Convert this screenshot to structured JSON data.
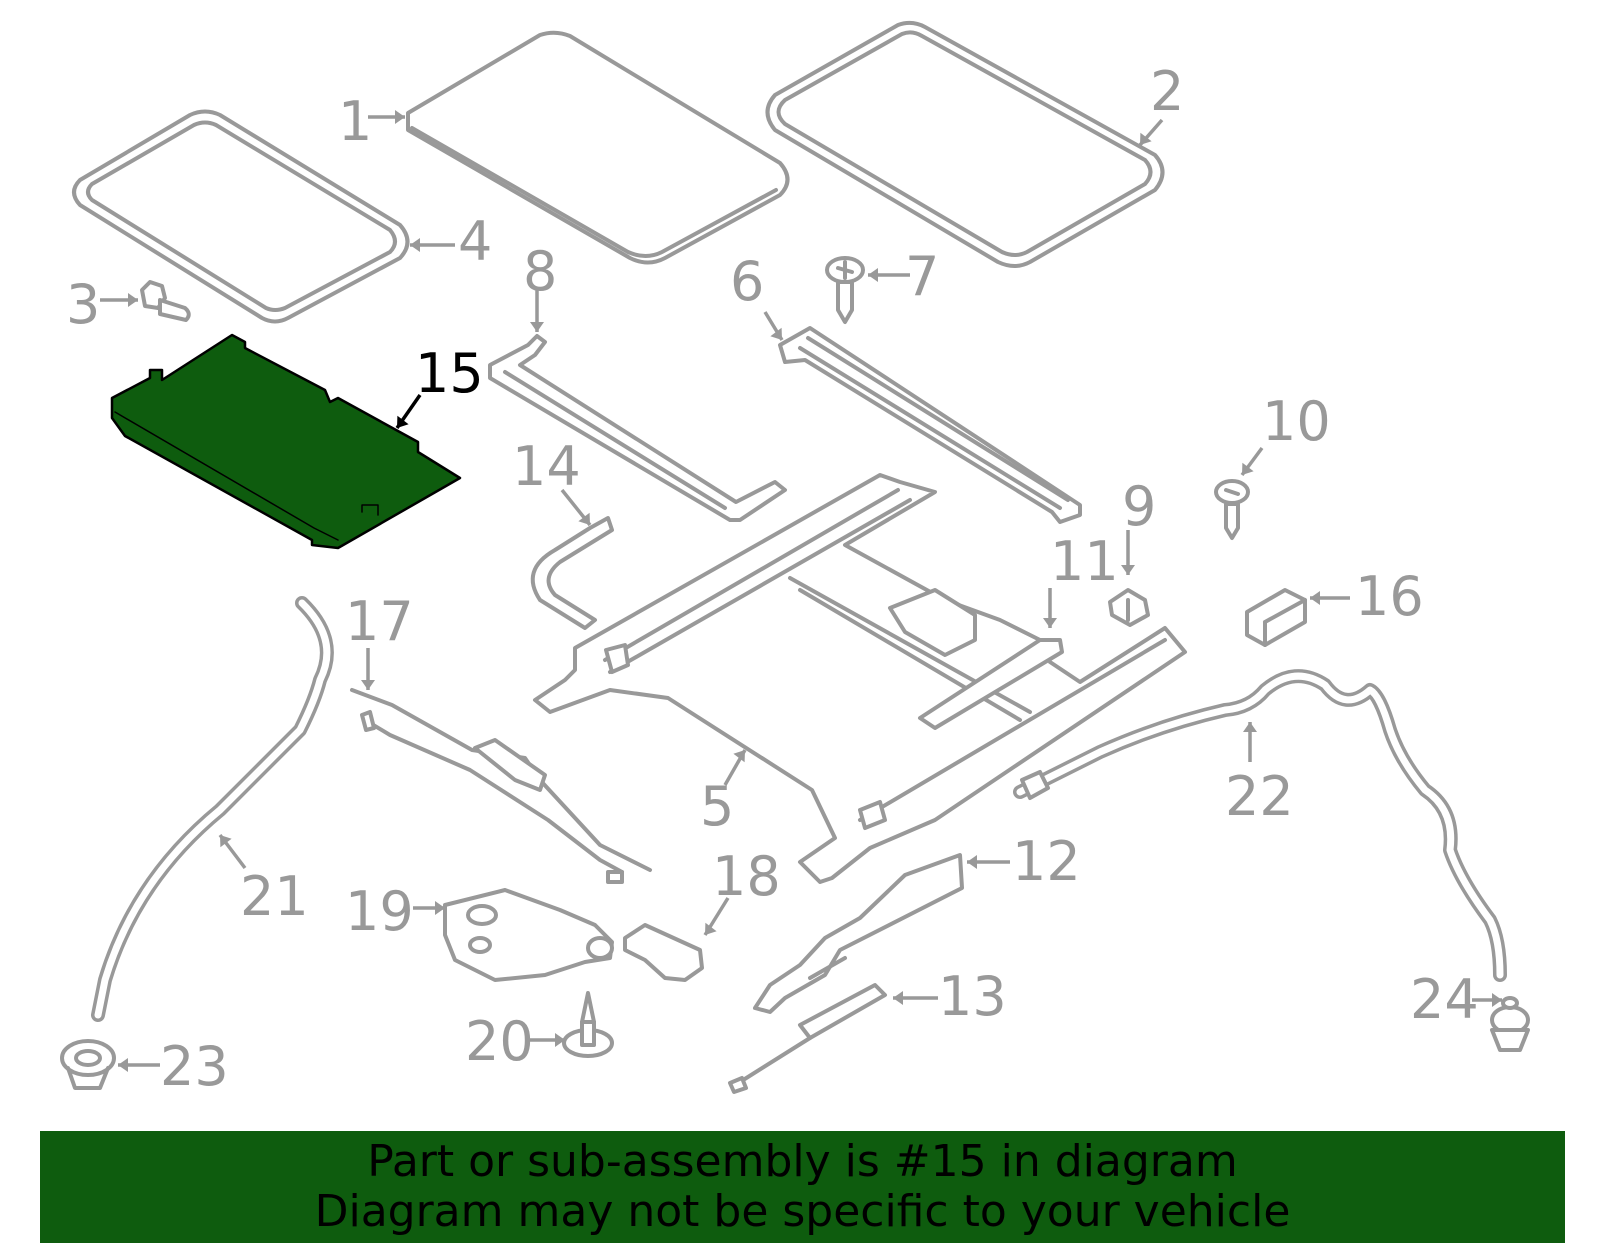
{
  "colors": {
    "highlight_fill": "#0e5c0e",
    "highlight_stroke": "#000000",
    "part_stroke": "#999999",
    "callout_highlight": "#000000",
    "banner_background": "#0e5c0e",
    "banner_text": "#000000"
  },
  "diagram": {
    "highlighted_part": "15",
    "callouts": [
      "1",
      "2",
      "3",
      "4",
      "5",
      "6",
      "7",
      "8",
      "9",
      "10",
      "11",
      "12",
      "13",
      "14",
      "15",
      "16",
      "17",
      "18",
      "19",
      "20",
      "21",
      "22",
      "23",
      "24"
    ]
  },
  "banner": {
    "line1": "Part or sub-assembly is #15 in diagram",
    "line2": "Diagram may not be specific to your vehicle"
  }
}
